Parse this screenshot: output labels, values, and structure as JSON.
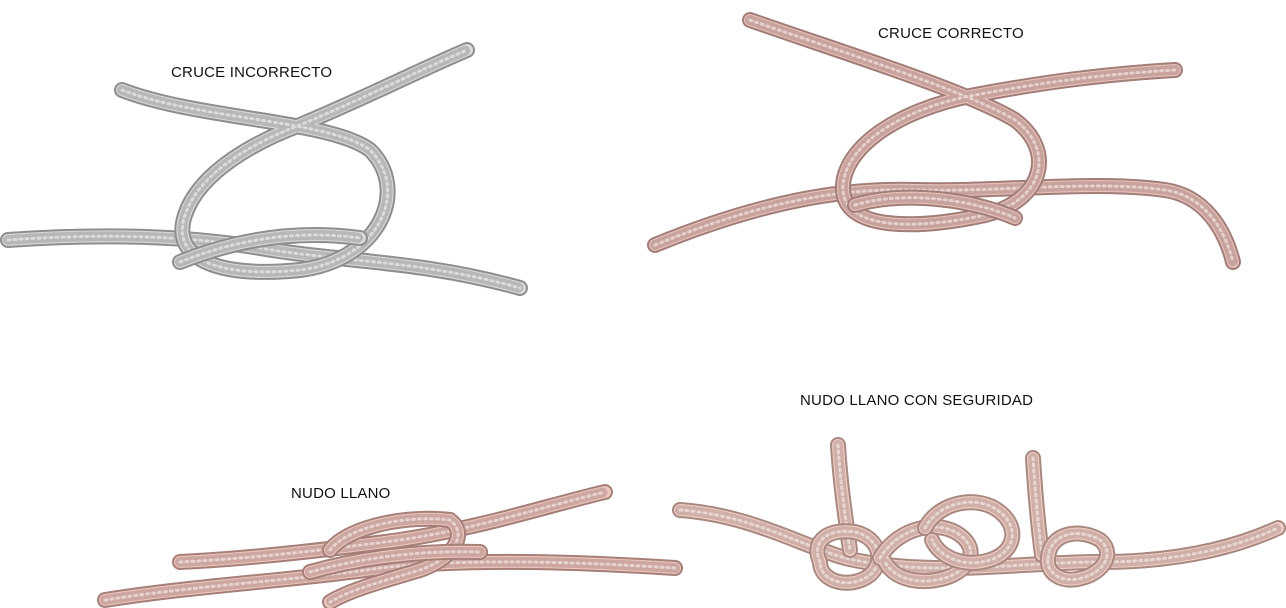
{
  "panels": [
    {
      "caption": "CRUCE INCORRECTO",
      "rope_color": "#d9d9d7",
      "rope_shadow": "#8e8e8c"
    },
    {
      "caption": "CRUCE CORRECTO",
      "rope_color": "#e8c2bc",
      "rope_shadow": "#a27d78"
    },
    {
      "caption": "NUDO LLANO",
      "rope_color": "#ecc7bf",
      "rope_shadow": "#a67f78"
    },
    {
      "caption": "NUDO LLANO CON SEGURIDAD",
      "rope_color": "#efcfc7",
      "rope_shadow": "#a98880"
    }
  ]
}
